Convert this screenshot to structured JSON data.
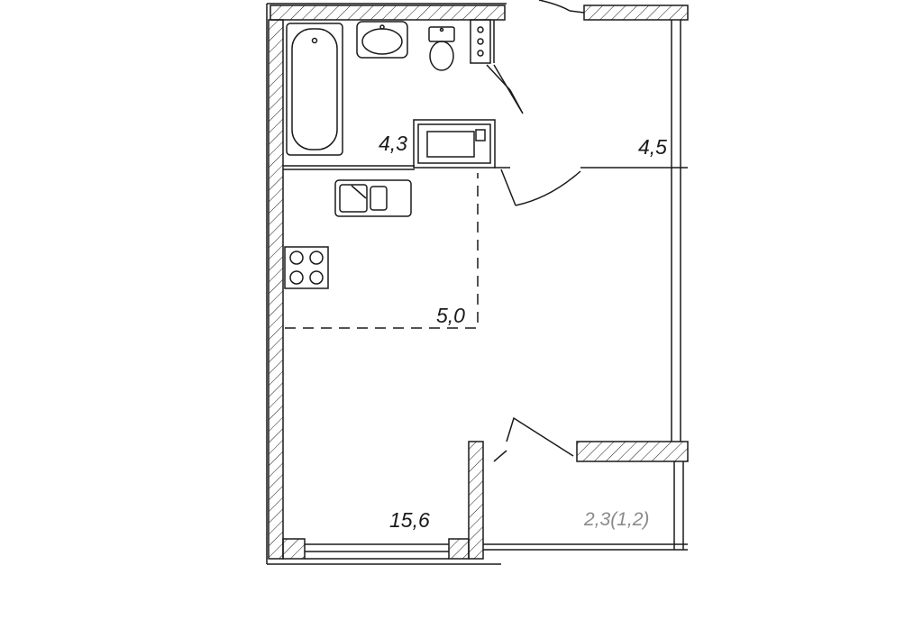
{
  "floor_plan": {
    "rooms": [
      {
        "id": "bathroom",
        "area": "4,3"
      },
      {
        "id": "hallway",
        "area": "4,5"
      },
      {
        "id": "kitchen",
        "area": "5,0"
      },
      {
        "id": "living-room",
        "area": "15,6"
      },
      {
        "id": "balcony",
        "area": "2,3(1,2)"
      }
    ],
    "colors": {
      "wall_line": "#1a1a1a",
      "balcony_label": "#8a8a8a",
      "background": "#ffffff"
    }
  }
}
